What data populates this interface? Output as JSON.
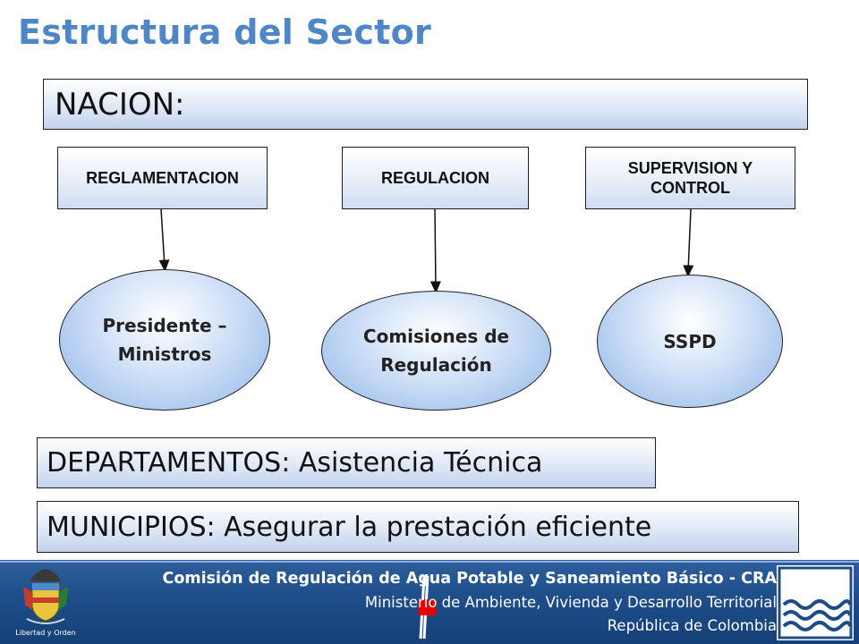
{
  "title": "Estructura del Sector",
  "nacion": {
    "label": "NACION:"
  },
  "functions": [
    {
      "label": "REGLAMENTACION",
      "entity": "Presidente –\nMinistros"
    },
    {
      "label": "REGULACION",
      "entity": "Comisiones de\nRegulación"
    },
    {
      "label": "SUPERVISION Y\nCONTROL",
      "entity": "SSPD"
    }
  ],
  "departamentos": {
    "label": "DEPARTAMENTOS: Asistencia Técnica"
  },
  "municipios": {
    "label": "MUNICIPIOS:  Asegurar la prestación eficiente"
  },
  "footer": {
    "line1": "Comisión de Regulación de Agua Potable y Saneamiento Básico - CRA",
    "line2": "Ministerio de Ambiente, Vivienda y Desarrollo Territorial",
    "line3": "República de Colombia",
    "crest_caption": "Libertad y Orden"
  },
  "colors": {
    "title": "#4f86c6",
    "footer_bg": "#1d4c88",
    "ellipse_fill": "#8fb5e8"
  }
}
